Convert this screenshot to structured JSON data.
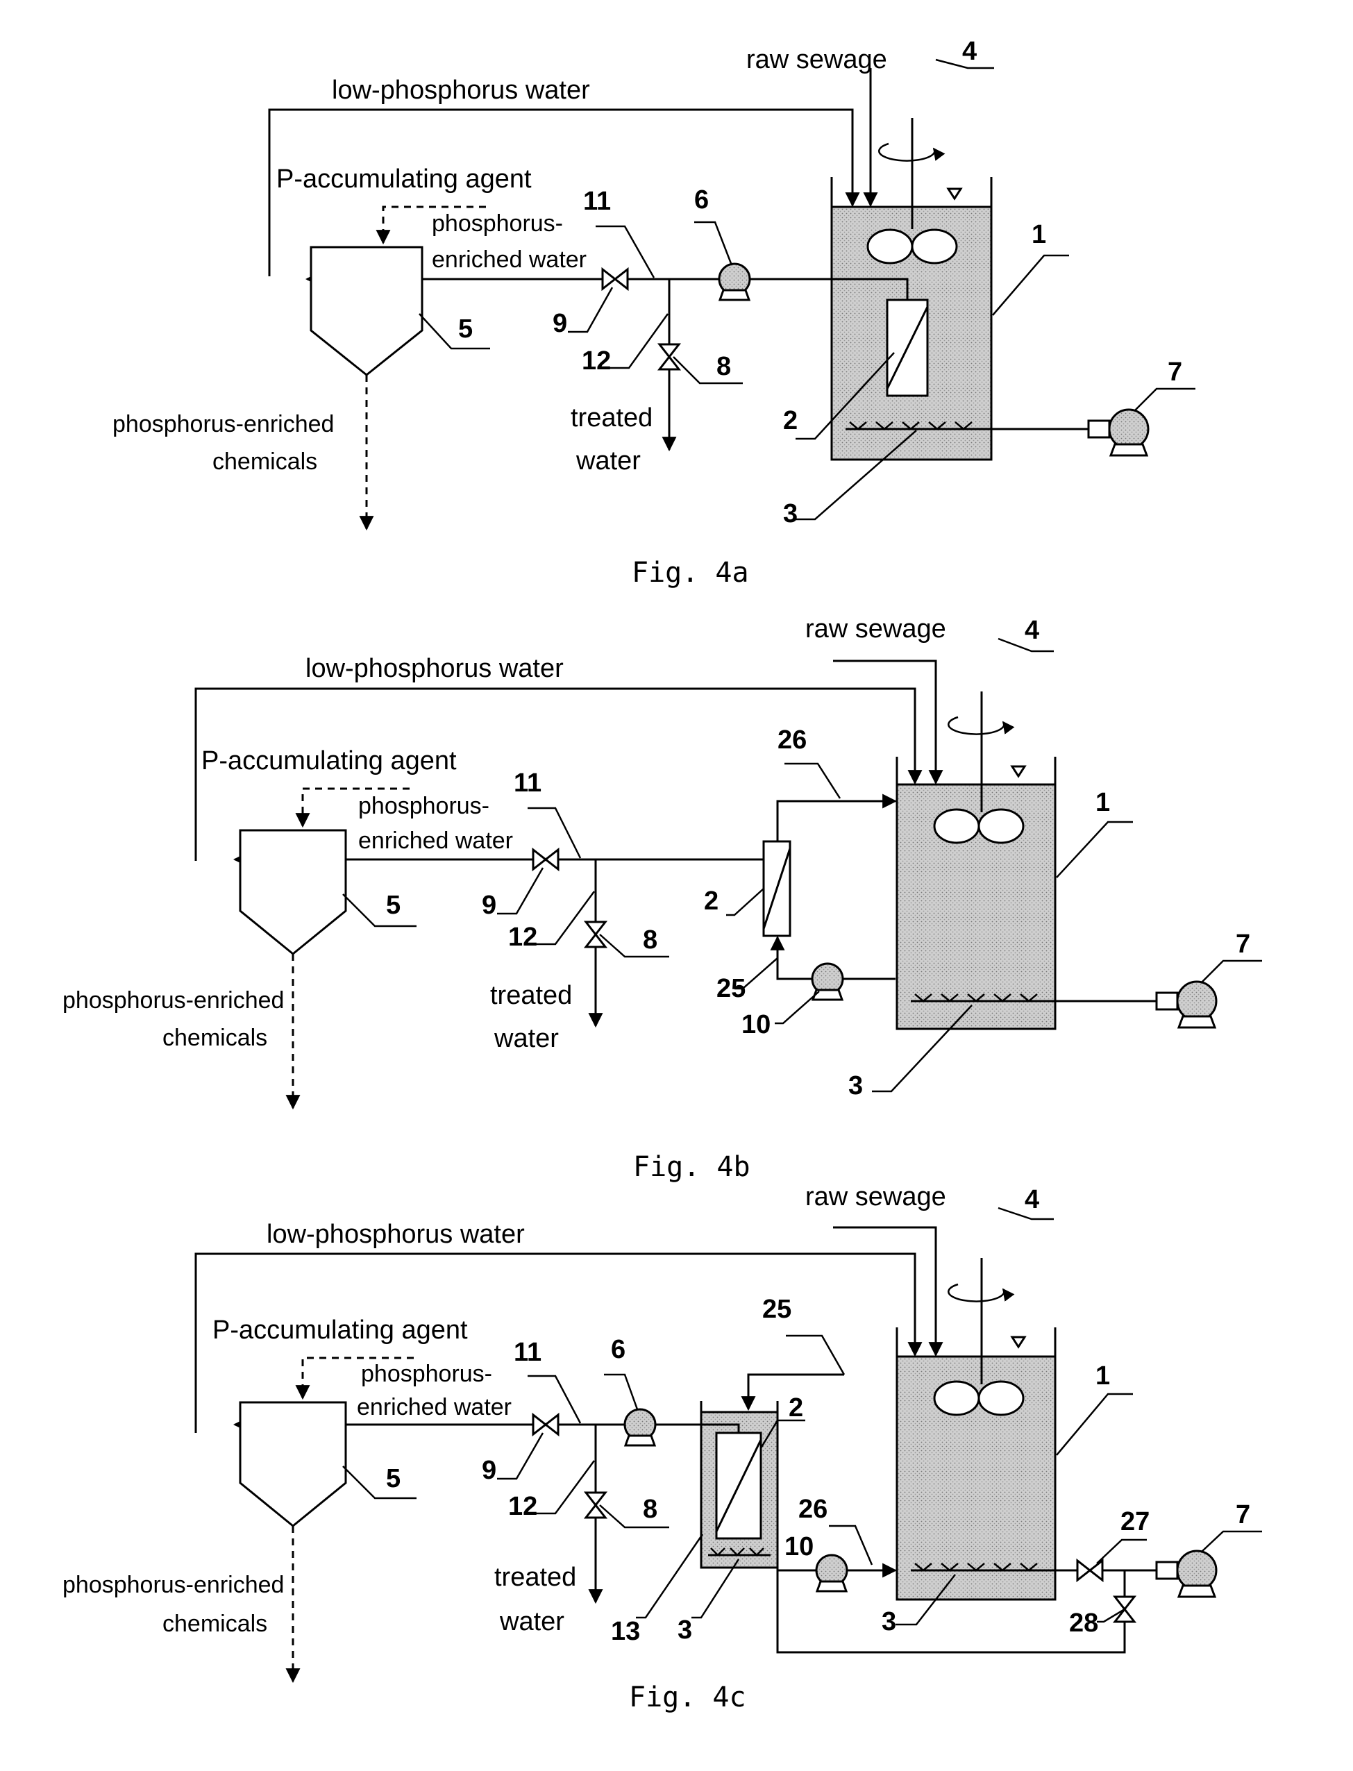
{
  "figures": [
    {
      "id": "4a",
      "caption": "Fig. 4a",
      "labels": {
        "low_phosphorus": "low-phosphorus water",
        "raw_sewage": "raw sewage",
        "p_agent": "P-accumulating agent",
        "p_enriched_1": "phosphorus-",
        "p_enriched_2": "enriched water",
        "chemicals_1": "phosphorus-enriched",
        "chemicals_2": "chemicals",
        "treated_1": "treated",
        "treated_2": "water"
      },
      "refs": {
        "n1": "1",
        "n2": "2",
        "n3": "3",
        "n4": "4",
        "n5": "5",
        "n6": "6",
        "n7": "7",
        "n8": "8",
        "n9": "9",
        "n11": "11",
        "n12": "12"
      }
    },
    {
      "id": "4b",
      "caption": "Fig. 4b",
      "labels": {
        "low_phosphorus": "low-phosphorus water",
        "raw_sewage": "raw sewage",
        "p_agent": "P-accumulating agent",
        "p_enriched_1": "phosphorus-",
        "p_enriched_2": "enriched water",
        "chemicals_1": "phosphorus-enriched",
        "chemicals_2": "chemicals",
        "treated_1": "treated",
        "treated_2": "water"
      },
      "refs": {
        "n1": "1",
        "n2": "2",
        "n3": "3",
        "n4": "4",
        "n5": "5",
        "n7": "7",
        "n8": "8",
        "n9": "9",
        "n10": "10",
        "n11": "11",
        "n12": "12",
        "n25": "25",
        "n26": "26"
      }
    },
    {
      "id": "4c",
      "caption": "Fig. 4c",
      "labels": {
        "low_phosphorus": "low-phosphorus water",
        "raw_sewage": "raw sewage",
        "p_agent": "P-accumulating agent",
        "p_enriched_1": "phosphorus-",
        "p_enriched_2": "enriched water",
        "chemicals_1": "phosphorus-enriched",
        "chemicals_2": "chemicals",
        "treated_1": "treated",
        "treated_2": "water"
      },
      "refs": {
        "n1": "1",
        "n2": "2",
        "n3a": "3",
        "n3b": "3",
        "n4": "4",
        "n5": "5",
        "n6": "6",
        "n7": "7",
        "n8": "8",
        "n9": "9",
        "n10": "10",
        "n11": "11",
        "n12": "12",
        "n13": "13",
        "n25": "25",
        "n26": "26",
        "n27": "27",
        "n28": "28"
      }
    }
  ]
}
